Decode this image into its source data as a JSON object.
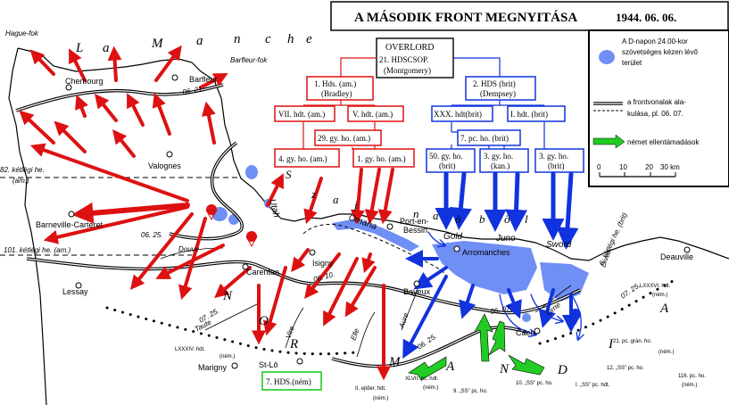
{
  "title": "A MÁSODIK FRONT MEGNYITÁSA",
  "date": "1944. 06. 06.",
  "overlord": {
    "line1": "OVERLORD",
    "line2": "21. HDSCSOP.",
    "line3": "(Montgomery)"
  },
  "us_command": {
    "army": {
      "line1": "1. Hds. (am.)",
      "line2": "(Bradley)"
    },
    "corps": [
      "VII. hdt. (am.)",
      "V. hdt. (am.)"
    ],
    "div29": "29. gy. ho. (am.)",
    "divs": [
      "4. gy. ho. (am.)",
      "1. gy. ho. (am.)"
    ]
  },
  "uk_command": {
    "army": {
      "line1": "2. HDS (brit)",
      "line2": "(Dempsey)"
    },
    "corps": [
      "XXX. hdt(brit)",
      "I. hdt. (brit)"
    ],
    "pc7": "7. pc. ho. (brit)",
    "divs": [
      {
        "line1": "50. gy. ho.",
        "line2": "(brit)"
      },
      {
        "line1": "3. gy. ho.",
        "line2": "(kan.)"
      },
      {
        "line1": "3. gy. ho.",
        "line2": "(brit)"
      }
    ]
  },
  "legend": {
    "blue_area": [
      "A D-napon 24.00-kor",
      "szövetséges kézen lévő",
      "terület"
    ],
    "frontline": [
      "a frontvonalak ala-",
      "kulása, pl. 06. 07."
    ],
    "counterattack": "német ellentámadások",
    "scale_ticks": [
      "0",
      "10",
      "20",
      "30 km"
    ]
  },
  "sea": {
    "la_manche": [
      "L",
      "a",
      "M",
      "a",
      "n",
      "c",
      "h",
      "e"
    ],
    "szajna": [
      "S",
      "z",
      "a",
      "j",
      "n",
      "a"
    ],
    "obol": [
      "ö",
      "b",
      "ö",
      "l"
    ]
  },
  "capes": {
    "hague": "Hague-fok",
    "barfleur": "Barfleur-fok"
  },
  "towns": {
    "cherbourg": "Cherbourg",
    "barfleur": "Barfleur",
    "valognes": "Valognes",
    "barneville": "Barneville-Carteret",
    "carentan": "Carentan",
    "isigny": "Isigny",
    "port_en_bessin": "Port-en-",
    "bessin": "Bessin",
    "arromanches": "Arromanches",
    "bayeux": "Bayeux",
    "caen": "Caen",
    "lessay": "Lessay",
    "marigny": "Marigny",
    "st_lo": "St-Lô",
    "deauville": "Deauville"
  },
  "beaches": [
    "Utah",
    "Omaha",
    "Gold",
    "Juno",
    "Sword"
  ],
  "rivers": [
    "Douve",
    "Taute",
    "Vire",
    "Elle",
    "Aure",
    "Orne",
    "Dives"
  ],
  "latitudes": [
    {
      "label": "82. kétlégi he.",
      "sub": "(am.)"
    },
    {
      "label": "101. kétlégi he. (am.)"
    },
    {
      "label": "6. kétlégi he. (brit)"
    }
  ],
  "front_dates": [
    "06. 21.",
    "06. 25.",
    "06. 10.",
    "07. 25.",
    "06. 07.",
    "06. 25.",
    "07. 25."
  ],
  "letters": [
    "N",
    "O",
    "R",
    "M",
    "A",
    "N",
    "D",
    "I",
    "A"
  ],
  "german_units": [
    "LXXXIV. hdt.",
    "(ném.)",
    "LXXXVI. hdt.",
    "(ném.)",
    "21. pc. grán. ho.",
    "(ném.)",
    "12. „SS” pc. ho.",
    "I. „SS” pc. hdt.",
    "116. pc. ho.",
    "(ném.)",
    "10. „SS” pc. ho.",
    "9. „SS” pc. ho.",
    "XLVII. pc. hdt.",
    "(ném.)",
    "II. ejtőer. hdt.",
    "(ném.)"
  ],
  "german_army": "7. HDS.(ném)",
  "colors": {
    "us": "#dd1111",
    "uk": "#1133dd",
    "allied_area": "#6f8ff5",
    "german": "#22cc22",
    "land": "#ffffff",
    "line": "#000000"
  }
}
